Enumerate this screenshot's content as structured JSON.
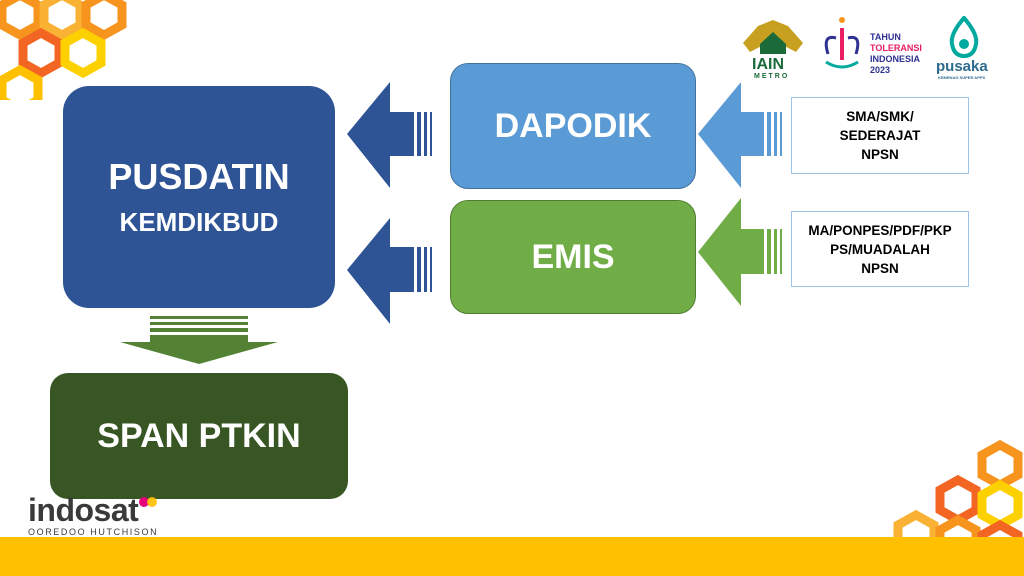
{
  "diagram": {
    "pusdatin": {
      "line1": "PUSDATIN",
      "line2": "KEMDIKBUD"
    },
    "dapodik": {
      "label": "DAPODIK"
    },
    "emis": {
      "label": "EMIS"
    },
    "span_ptkin": {
      "label": "SPAN PTKIN"
    },
    "dapodik_source": {
      "lines": [
        "SMA/SMK/",
        "SEDERAJAT",
        "NPSN"
      ]
    },
    "emis_source": {
      "lines": [
        "MA/PONPES/PDF/PKP",
        "PS/MUADALAH",
        "NPSN"
      ]
    }
  },
  "logos": {
    "iain": {
      "word": "IAIN",
      "sub": "METRO"
    },
    "tahun_toleransi": {
      "lines": [
        "TAHUN",
        "TOLERANSI",
        "INDONESIA",
        "2023"
      ]
    },
    "pusaka": {
      "word": "pusaka",
      "sub": "KEMENAG SUPER APPS"
    },
    "indosat": {
      "word": "indosat",
      "sub": "OOREDOO HUTCHISON"
    }
  },
  "colors": {
    "pusdatin": "#2e5496",
    "dapodik": "#5b9bd5",
    "emis": "#70ad47",
    "span_ptkin": "#375623",
    "accent_orange": "#f7941d",
    "accent_yellow": "#ffc000"
  }
}
